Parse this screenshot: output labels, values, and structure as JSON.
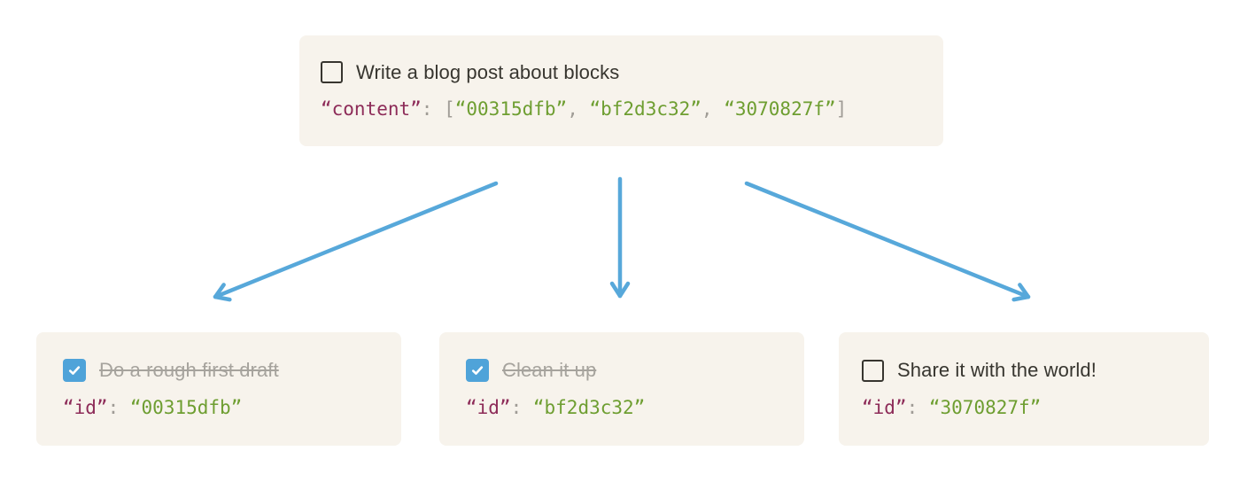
{
  "colors": {
    "page_bg": "#ffffff",
    "card_bg": "#f7f3ec",
    "text_dark": "#37352f",
    "text_struck": "#a6a39d",
    "code_key": "#8d2b58",
    "code_value": "#6e9e31",
    "code_punct": "#a09c96",
    "checkbox_checked_bg": "#4fa3d9",
    "checkbox_unchecked_border": "#37352f",
    "arrow": "#57a8da"
  },
  "parent_card": {
    "todo": {
      "label": "Write a blog post about blocks",
      "checked": false
    },
    "code": {
      "key": "“content”",
      "colon_space": ": ",
      "open_bracket": "[",
      "comma_space": ", ",
      "close_bracket": "]",
      "values": [
        "“00315dfb”",
        "“bf2d3c32”",
        "“3070827f”"
      ]
    }
  },
  "child_cards": [
    {
      "todo": {
        "label": "Do a rough first draft",
        "checked": true
      },
      "code": {
        "key": "“id”",
        "colon_space": ": ",
        "value": "“00315dfb”"
      }
    },
    {
      "todo": {
        "label": "Clean it up",
        "checked": true
      },
      "code": {
        "key": "“id”",
        "colon_space": ": ",
        "value": "“bf2d3c32”"
      }
    },
    {
      "todo": {
        "label": "Share it with the world!",
        "checked": false
      },
      "code": {
        "key": "“id”",
        "colon_space": ": ",
        "value": "“3070827f”"
      }
    }
  ],
  "icons": {
    "checkmark": "checkmark-icon",
    "arrow": "flow-arrow-icon"
  }
}
